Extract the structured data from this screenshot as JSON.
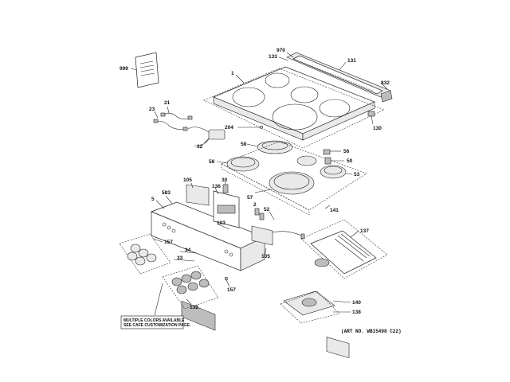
{
  "diagram": {
    "art_number": "(ART NO. WB15498 C22)",
    "note_lines": [
      "MULTIPLE COLORS AVAILABLE",
      "SEE CAFE CUSTOMIZATION PAGE."
    ],
    "part_labels": {
      "p999": "999",
      "p970": "970",
      "p133": "133",
      "p131": "131",
      "p832": "832",
      "p1": "1",
      "p21": "21",
      "p23": "23",
      "p130": "130",
      "p204": "204",
      "p32": "32",
      "p58a": "58",
      "p58b": "58",
      "p56": "56",
      "p50": "50",
      "p53": "53",
      "p105a": "105",
      "p30": "30",
      "p136": "136",
      "p57": "57",
      "p5": "5",
      "p583": "583",
      "p2": "2",
      "p52": "52",
      "p141": "141",
      "p103": "103",
      "p137": "137",
      "p157a": "157",
      "p34": "34",
      "p33": "33",
      "p105b": "105",
      "p157b": "157",
      "p132": "132",
      "p140": "140",
      "p138": "138"
    }
  }
}
